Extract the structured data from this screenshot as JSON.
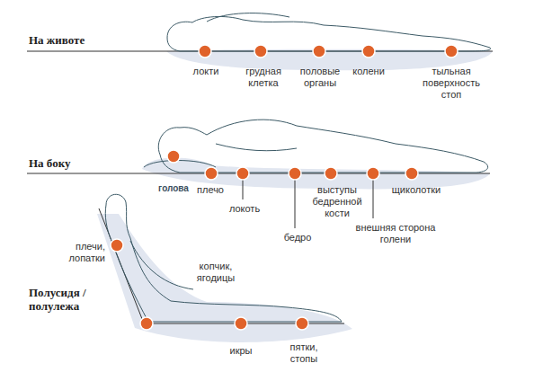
{
  "diagram": {
    "labels": [
      "На животе",
      "локти",
      "грудная клетка",
      "половые органы",
      "колени",
      "тыльная поверхность стоп",
      "На боку",
      "голова",
      "плечо",
      "локоть",
      "бедро",
      "выступы бедренной кости",
      "щиколотки",
      "внешняя сторона голени",
      "плечи, лопатки",
      "копчик, ягодицы",
      "Полусидя / полулежа",
      "икры",
      "пятки, стопы"
    ]
  }
}
